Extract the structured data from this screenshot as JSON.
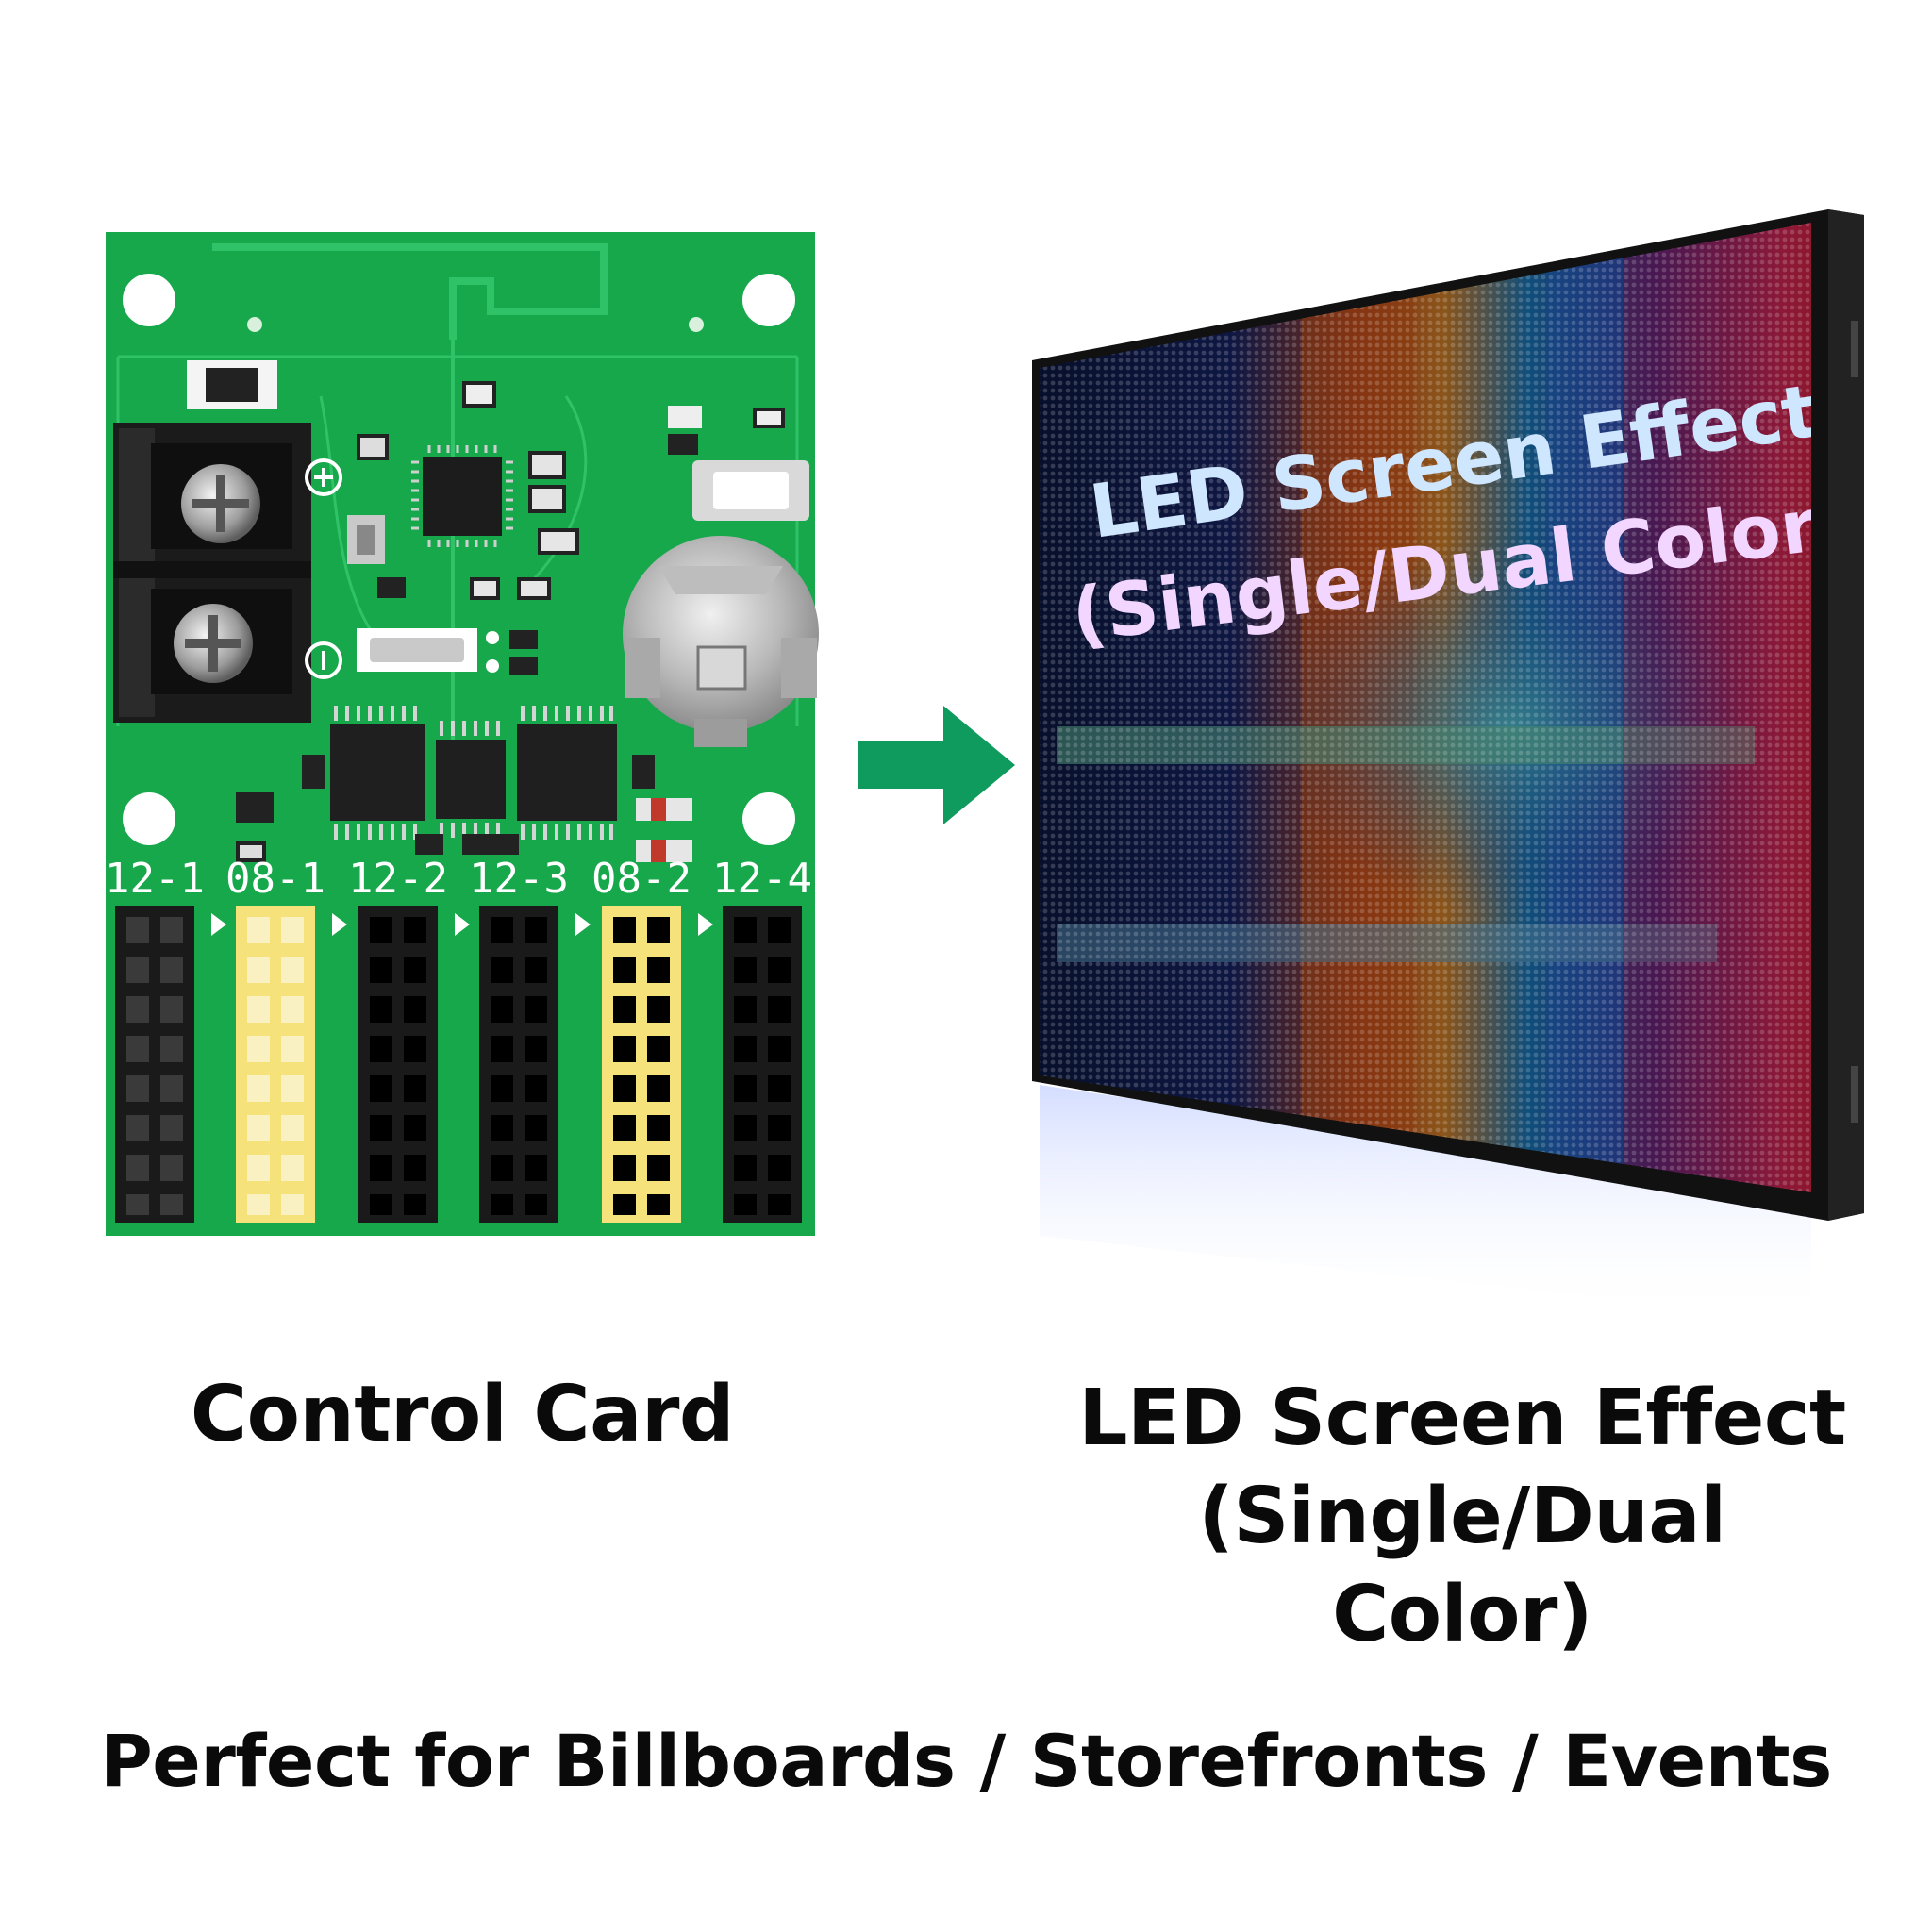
{
  "control_card": {
    "caption": "Control Card",
    "header_labels": [
      "12-1",
      "08-1",
      "12-2",
      "12-3",
      "08-2",
      "12-4"
    ]
  },
  "led_screen": {
    "screen_line_1": "LED Screen Effect",
    "screen_line_2": "(Single/Dual Color)",
    "caption_line_1": "LED Screen Effect",
    "caption_line_2": "(Single/Dual Color)"
  },
  "tagline": "Perfect for Billboards / Storefronts / Events",
  "colors": {
    "pcb_green": "#16a34a",
    "arrow_green": "#0f9a5e",
    "header_yellow": "#f5e27a",
    "header_black": "#1a1a1a",
    "frame_black": "#111111"
  },
  "icons": [
    "arrow-right-icon",
    "plus-icon",
    "minus-icon"
  ]
}
